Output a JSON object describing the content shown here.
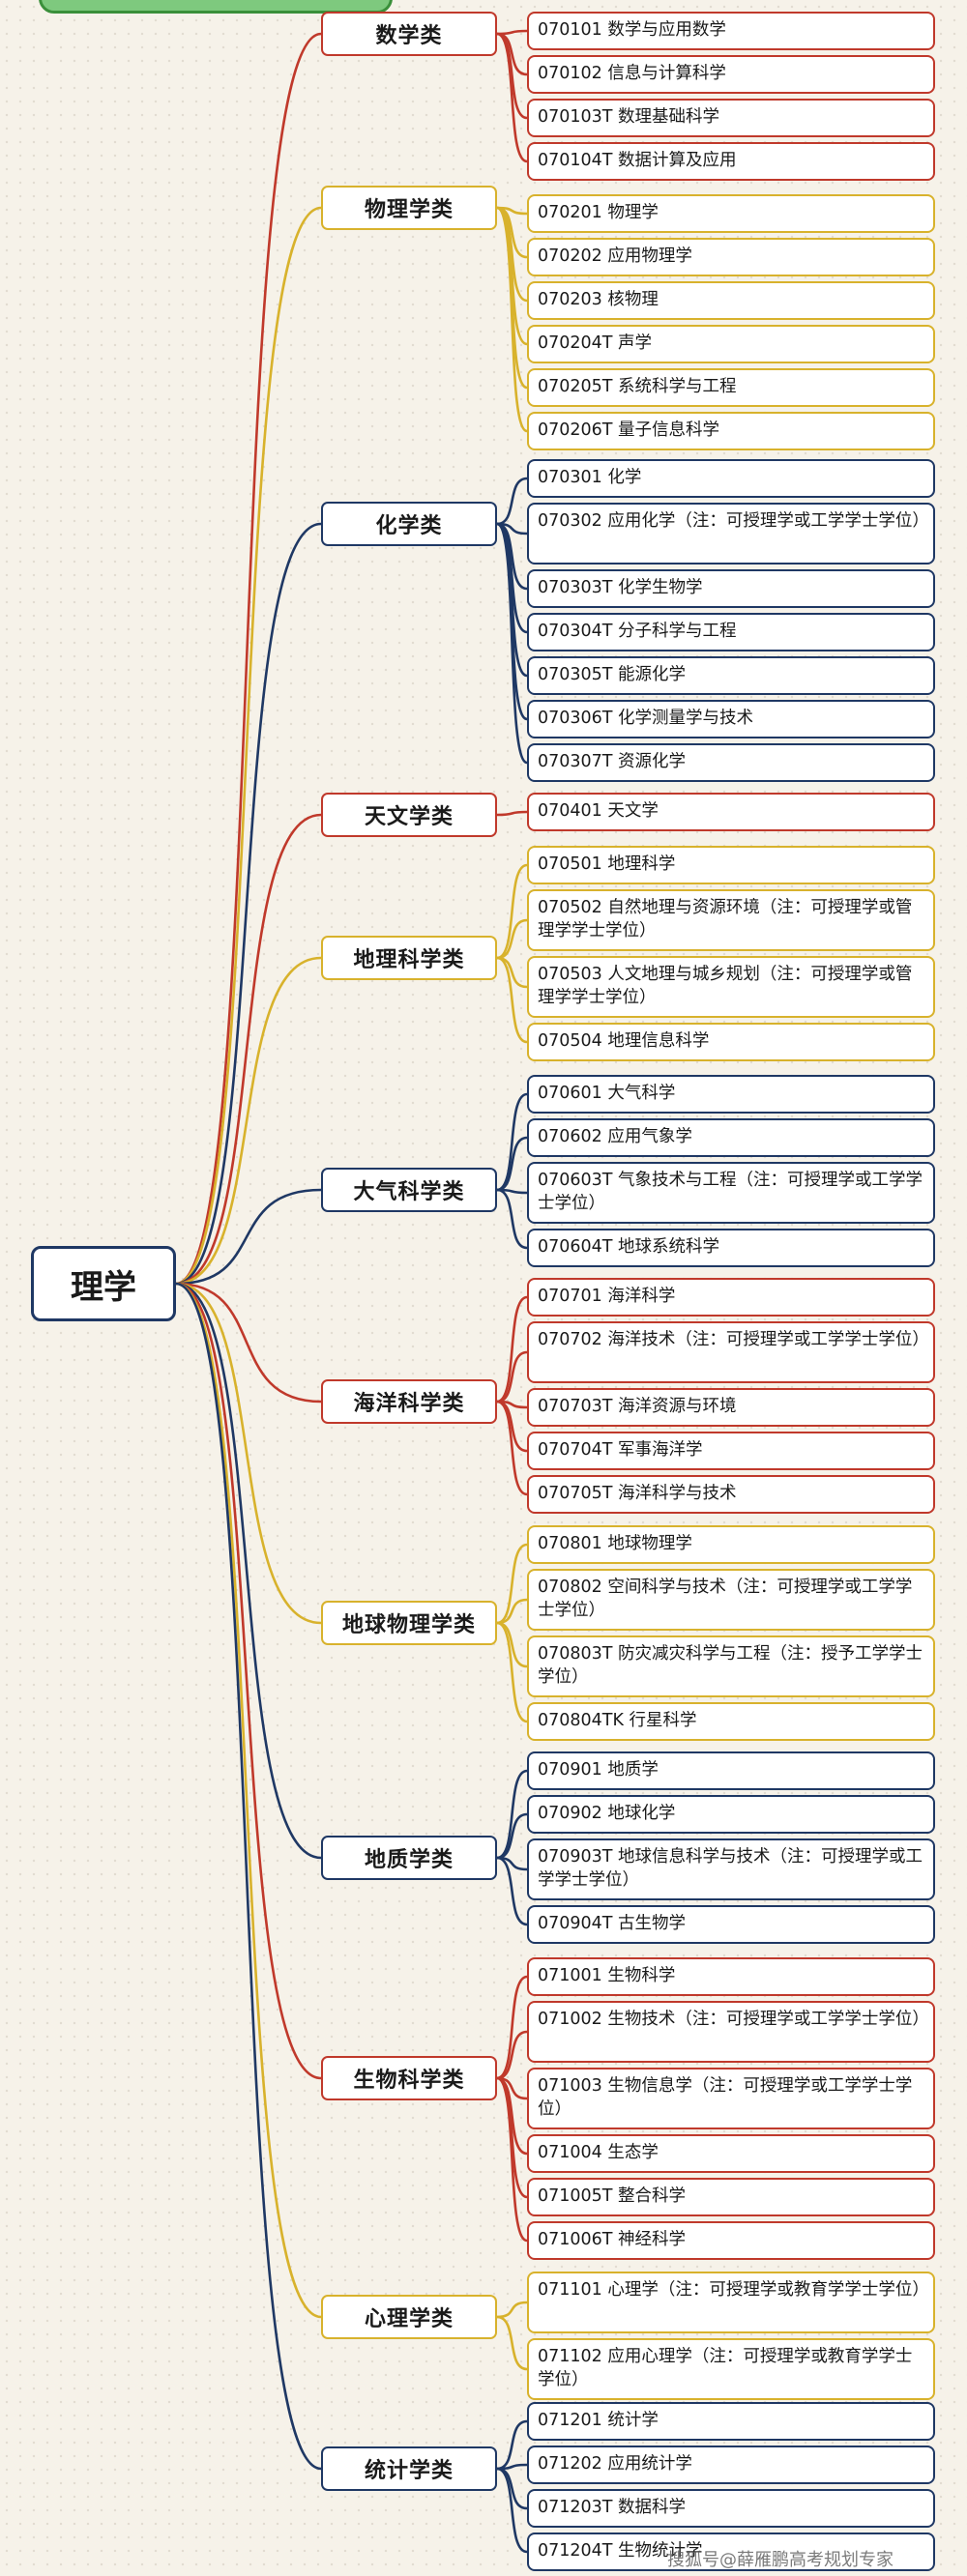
{
  "root": "理学",
  "watermark": "搜狐号@薛雁鹏高考规划专家",
  "colors": {
    "red": "#c0392b",
    "yellow": "#d8b22c",
    "blue": "#1f3864"
  },
  "categories": [
    {
      "name": "数学类",
      "color": "red",
      "items": [
        "070101 数学与应用数学",
        "070102 信息与计算科学",
        "070103T 数理基础科学",
        "070104T 数据计算及应用"
      ]
    },
    {
      "name": "物理学类",
      "color": "yellow",
      "items": [
        "070201 物理学",
        "070202 应用物理学",
        "070203 核物理",
        "070204T 声学",
        "070205T 系统科学与工程",
        "070206T 量子信息科学"
      ]
    },
    {
      "name": "化学类",
      "color": "blue",
      "items": [
        "070301 化学",
        "070302 应用化学（注：可授理学或工学学士学位）",
        "070303T 化学生物学",
        "070304T 分子科学与工程",
        "070305T 能源化学",
        "070306T 化学测量学与技术",
        "070307T 资源化学"
      ]
    },
    {
      "name": "天文学类",
      "color": "red",
      "items": [
        "070401 天文学"
      ]
    },
    {
      "name": "地理科学类",
      "color": "yellow",
      "items": [
        "070501 地理科学",
        "070502 自然地理与资源环境（注：可授理学或管理学学士学位）",
        "070503 人文地理与城乡规划（注：可授理学或管理学学士学位）",
        "070504 地理信息科学"
      ]
    },
    {
      "name": "大气科学类",
      "color": "blue",
      "items": [
        "070601 大气科学",
        "070602 应用气象学",
        "070603T 气象技术与工程（注：可授理学或工学学士学位）",
        "070604T 地球系统科学"
      ]
    },
    {
      "name": "海洋科学类",
      "color": "red",
      "items": [
        "070701 海洋科学",
        "070702 海洋技术（注：可授理学或工学学士学位）",
        "070703T 海洋资源与环境",
        "070704T 军事海洋学",
        "070705T 海洋科学与技术"
      ]
    },
    {
      "name": "地球物理学类",
      "color": "yellow",
      "items": [
        "070801 地球物理学",
        "070802 空间科学与技术（注：可授理学或工学学士学位）",
        "070803T 防灾减灾科学与工程（注：授予工学学士学位）",
        "070804TK 行星科学"
      ]
    },
    {
      "name": "地质学类",
      "color": "blue",
      "items": [
        "070901 地质学",
        "070902 地球化学",
        "070903T 地球信息科学与技术（注：可授理学或工学学士学位）",
        "070904T 古生物学"
      ]
    },
    {
      "name": "生物科学类",
      "color": "red",
      "items": [
        "071001 生物科学",
        "071002 生物技术（注：可授理学或工学学士学位）",
        "071003 生物信息学（注：可授理学或工学学士学位）",
        "071004 生态学",
        "071005T 整合科学",
        "071006T 神经科学"
      ]
    },
    {
      "name": "心理学类",
      "color": "yellow",
      "items": [
        "071101 心理学（注：可授理学或教育学学士学位）",
        "071102 应用心理学（注：可授理学或教育学学士学位）"
      ]
    },
    {
      "name": "统计学类",
      "color": "blue",
      "items": [
        "071201 统计学",
        "071202 应用统计学",
        "071203T 数据科学",
        "071204T 生物统计学"
      ]
    }
  ]
}
